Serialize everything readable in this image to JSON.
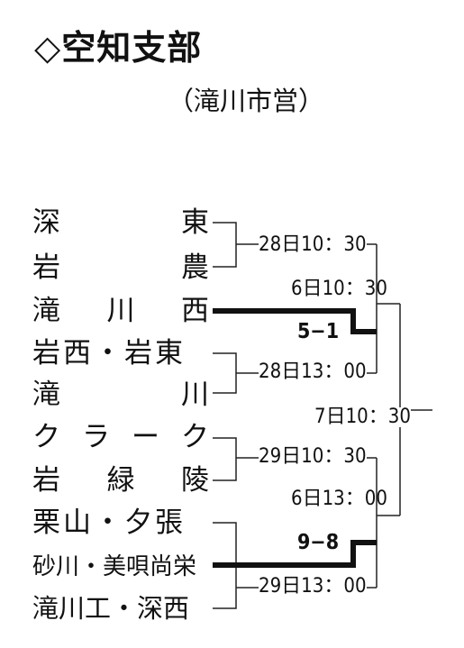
{
  "title": "◇空知支部",
  "venue": "（滝川市営）",
  "teams": [
    {
      "name": "深東",
      "chars": [
        "深",
        "東"
      ]
    },
    {
      "name": "岩農",
      "chars": [
        "岩",
        "農"
      ]
    },
    {
      "name": "滝川西",
      "chars": [
        "滝",
        "川",
        "西"
      ]
    },
    {
      "name": "岩西・岩東",
      "chars": [
        "岩西・岩東"
      ]
    },
    {
      "name": "滝川",
      "chars": [
        "滝",
        "川"
      ]
    },
    {
      "name": "クラーク",
      "chars": [
        "ク",
        "ラ",
        "ー",
        "ク"
      ]
    },
    {
      "name": "岩緑陵",
      "chars": [
        "岩",
        "緑",
        "陵"
      ]
    },
    {
      "name": "栗山・夕張",
      "chars": [
        "栗山・夕張"
      ]
    },
    {
      "name": "砂川・美唄尚栄",
      "chars": [
        "砂川・美唄尚栄"
      ]
    },
    {
      "name": "滝川工・深西",
      "chars": [
        "滝川工・深西"
      ]
    }
  ],
  "matches": {
    "r1_a": "28日10：30",
    "r1_b": "28日13：00",
    "r1_c": "29日10：30",
    "r1_d": "29日13：00",
    "r2_a": "6日10：30",
    "r2_b": "6日13：00",
    "final": "7日10：30"
  },
  "scores": {
    "s1": "5−1",
    "s2": "9−8"
  }
}
